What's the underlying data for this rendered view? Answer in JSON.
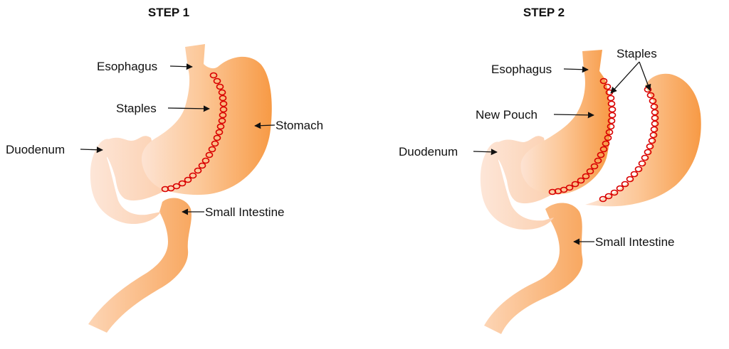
{
  "steps": [
    {
      "title": "STEP 1",
      "labels": {
        "esophagus": "Esophagus",
        "staples": "Staples",
        "stomach": "Stomach",
        "duodenum": "Duodenum",
        "small_intestine": "Small Intestine"
      }
    },
    {
      "title": "STEP 2",
      "labels": {
        "esophagus": "Esophagus",
        "staples": "Staples",
        "new_pouch": "New Pouch",
        "duodenum": "Duodenum",
        "small_intestine": "Small Intestine"
      }
    }
  ],
  "colors": {
    "organ_light": "#fde0cf",
    "organ_mid": "#fbbf8c",
    "organ_dark": "#f7a04f",
    "staple": "#d90000",
    "text": "#111111"
  }
}
